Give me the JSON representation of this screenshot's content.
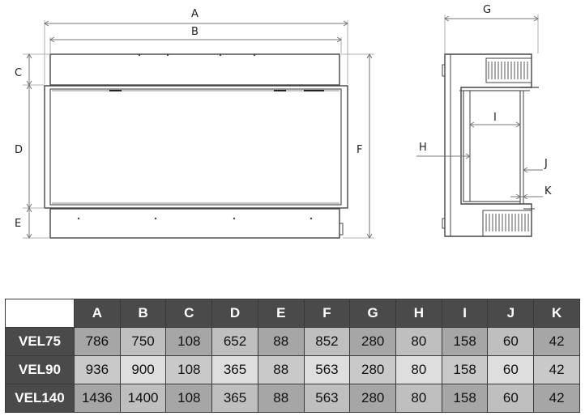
{
  "labels": {
    "A": "A",
    "B": "B",
    "C": "C",
    "D": "D",
    "E": "E",
    "F": "F",
    "G": "G",
    "H": "H",
    "I": "I",
    "J": "J",
    "K": "K"
  },
  "table": {
    "columns": [
      "A",
      "B",
      "C",
      "D",
      "E",
      "F",
      "G",
      "H",
      "I",
      "J",
      "K"
    ],
    "rows": [
      {
        "model": "VEL75",
        "values": [
          "786",
          "750",
          "108",
          "652",
          "88",
          "852",
          "280",
          "80",
          "158",
          "60",
          "42"
        ]
      },
      {
        "model": "VEL90",
        "values": [
          "936",
          "900",
          "108",
          "365",
          "88",
          "563",
          "280",
          "80",
          "158",
          "60",
          "42"
        ]
      },
      {
        "model": "VEL140",
        "values": [
          "1436",
          "1400",
          "108",
          "365",
          "88",
          "563",
          "280",
          "80",
          "158",
          "60",
          "42"
        ]
      }
    ]
  }
}
